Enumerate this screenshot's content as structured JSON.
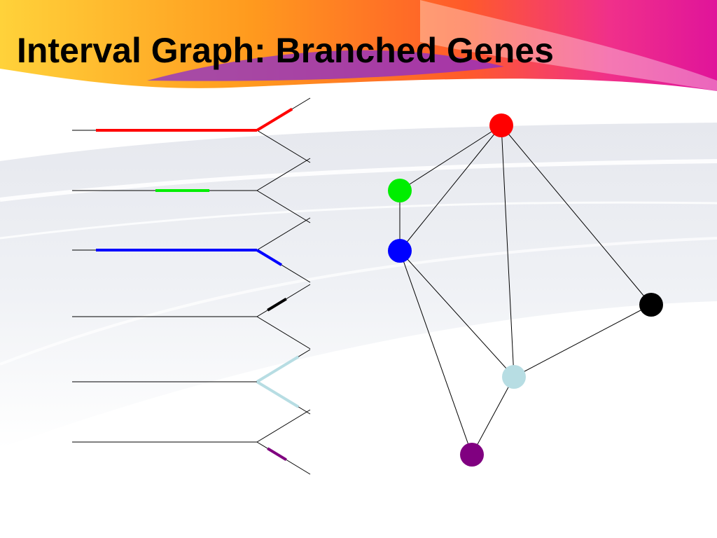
{
  "slide": {
    "title": "Interval Graph: Branched Genes"
  },
  "colors": {
    "red": "#ff0000",
    "green": "#00ee00",
    "blue": "#0000ff",
    "black": "#000000",
    "light_blue": "#b7dde3",
    "purple": "#800080",
    "line": "#000000"
  },
  "diagram": {
    "gene_intervals": [
      {
        "color": "red"
      },
      {
        "color": "green"
      },
      {
        "color": "blue"
      },
      {
        "color": "black"
      },
      {
        "color": "light_blue"
      },
      {
        "color": "purple"
      }
    ],
    "graph": {
      "nodes": [
        "red",
        "green",
        "blue",
        "black",
        "light_blue",
        "purple"
      ],
      "edges": [
        [
          "red",
          "green"
        ],
        [
          "red",
          "blue"
        ],
        [
          "red",
          "light_blue"
        ],
        [
          "red",
          "black"
        ],
        [
          "green",
          "blue"
        ],
        [
          "blue",
          "light_blue"
        ],
        [
          "blue",
          "purple"
        ],
        [
          "light_blue",
          "black"
        ],
        [
          "light_blue",
          "purple"
        ]
      ]
    }
  }
}
